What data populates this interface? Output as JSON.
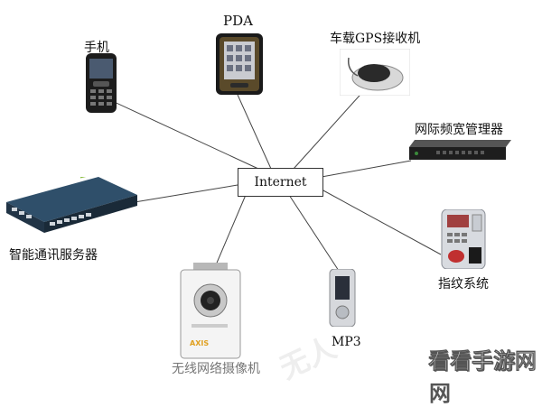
{
  "hub": {
    "label": "Internet"
  },
  "nodes": {
    "phone": {
      "label": "手机"
    },
    "pda": {
      "label": "PDA"
    },
    "gps": {
      "label": "车载GPS接收机"
    },
    "bandwidth": {
      "label": "网际频宽管理器"
    },
    "server": {
      "label": "智能通讯服务器"
    },
    "fingerprint": {
      "label": "指纹系统"
    },
    "mp3": {
      "label": "MP3"
    },
    "camera": {
      "label": "无线网络摄像机",
      "brand_text": "AXIS"
    }
  },
  "watermark": {
    "text": "看看手游网",
    "faint_text": "无人"
  }
}
